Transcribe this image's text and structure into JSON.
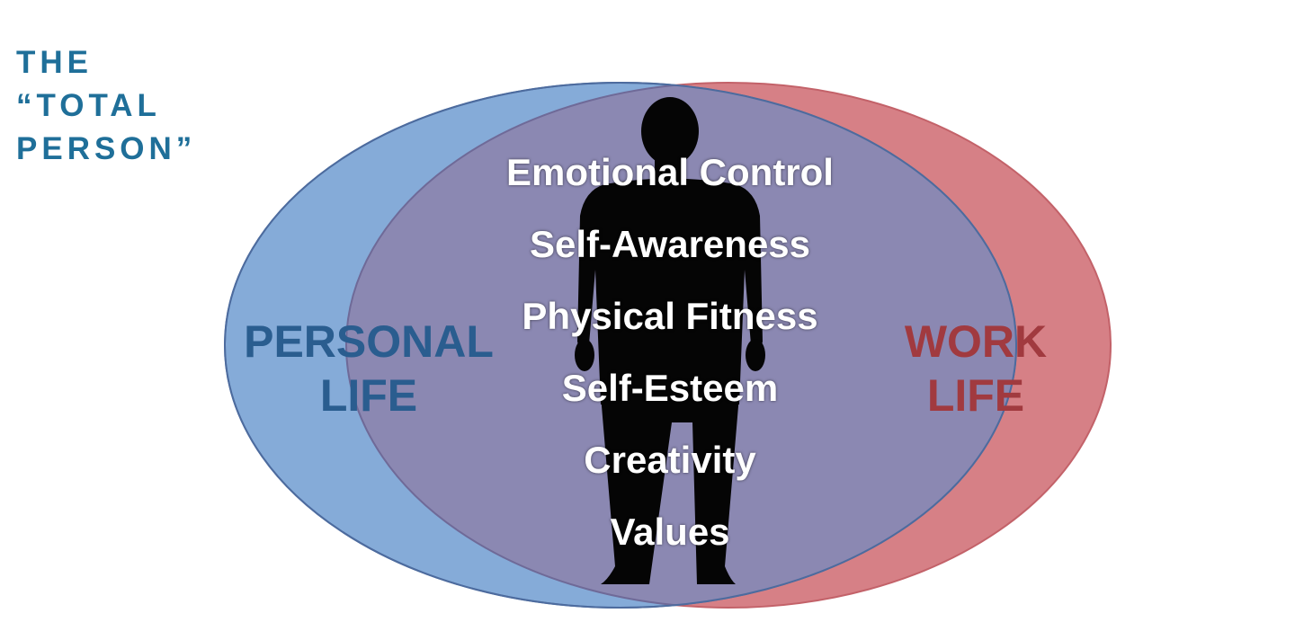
{
  "title": {
    "lines": [
      "THE",
      "“TOTAL",
      "PERSON”"
    ]
  },
  "personal_life": {
    "lines": [
      "PERSONAL",
      "LIFE"
    ],
    "color": "#2a5d8f",
    "fill": "#7fa7d6"
  },
  "work_life": {
    "lines": [
      "WORK",
      "LIFE"
    ],
    "color": "#a13a3f",
    "fill": "#d47a80"
  },
  "overlap_fill": "#8b88b2",
  "traits": [
    "Emotional Control",
    "Self-Awareness",
    "Physical Fitness",
    "Self-Esteem",
    "Creativity",
    "Values"
  ]
}
